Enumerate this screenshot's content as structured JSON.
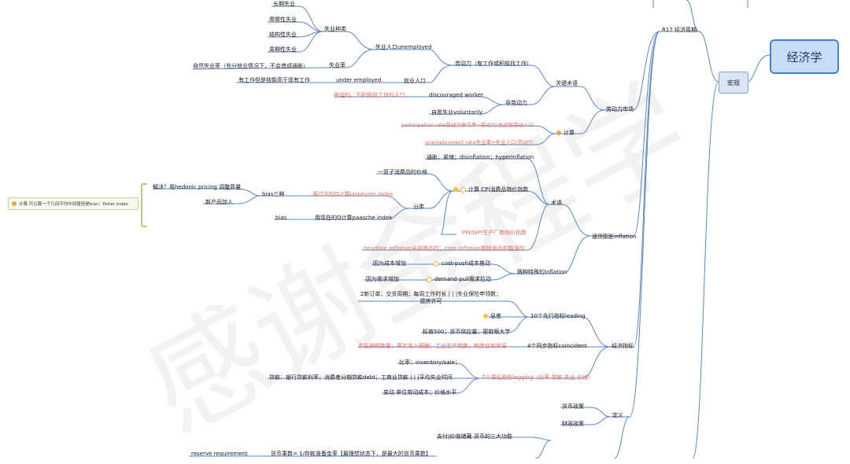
{
  "center": "经济学",
  "macro": "宏观",
  "r17": "R17 经济周期",
  "labor_market": {
    "title": "劳动力市场",
    "terms": "关键术语",
    "labor_force": "劳动力（有工作或积极找工作）",
    "unemployed": "失业人口unemployed",
    "types_label": "失业种类",
    "types": [
      "长期失业",
      "摩擦性失业",
      "结构性失业",
      "周期性失业"
    ],
    "rate_label": "失业率",
    "natural_rate": "自然失业率（充分就业情况下，不会造成通胀）",
    "employed": "就业人口",
    "under_employed": "under employed",
    "under_employed_desc": "有工作但是技能高于现有工作",
    "non_labor": "非劳动力",
    "discouraged": "discouraged worker",
    "discouraged_desc": "被迫的，不积极找工作的人口",
    "voluntary": "自愿失业voluntarily",
    "calc": "计算",
    "participation": "participation rate劳动力参与率=劳动力/总适龄劳动人口",
    "unemployment_rate": "unemployment rate失业率=失业人口/劳动力"
  },
  "inflation": {
    "title": "通货膨胀inflation",
    "terms": "术语",
    "terms_list": "通胀；紧缩；disinflation；hyperinflation",
    "cpi": "计算 CPI消费品物价指数",
    "basket": "一篮子消费品的价格",
    "classify": "分类",
    "bias_three": "bias三种",
    "solve": "解决？用hedonic pricing 调整质量",
    "new_product": "新产品加入",
    "laspeyres": "用过去的Q计算laspeyres index",
    "bias": "bias",
    "paasche": "用现在的Q计算paasche index",
    "ppi": "PPI/WPI生产厂商物价指数",
    "headline": "headline inflation全部商品的；core inflation剔除食品和能源的",
    "two_types": "两种特殊的inflation",
    "cost_cause": "因为成本增加",
    "cost_push": "cost-push成本推动",
    "demand_cause": "因为需求增加",
    "demand_pull": "demand-pull需求拉动"
  },
  "calc_box": "计算 可以算一个几何平均中间值但是bias：fisher index",
  "indicators": {
    "title": "经济指标",
    "leading": "10个先行指标leading",
    "leading_a": "2新订单；交货周期；每周工作时长 | | |失业保险申领数；建房许可",
    "leading_b": "息差",
    "leading_c": "标普500；货币供应量；密歇根大学",
    "coincident": "4个同步指标coincident",
    "coincident_desc": "农民纳税数量；真实收入报酬；工业生产指数；制造业和贸易",
    "lagging": "7个滞后指标lagging（比率 贷款 失业 价格）",
    "lag_a": "比率：inventory/sale；",
    "lag_b": "贷款：银行贷款利率；消费者分期贷款debt；工商业贷款 | | |平均失业时间",
    "lag_c": "变动 单位劳动成本；价格水平"
  },
  "monetary": {
    "definition": "定义",
    "monetary_policy": "货币政策",
    "fiscal_policy": "财政政策",
    "functions": "货币的三大功能",
    "payment": "支付|价值储藏",
    "multiplier": "货币乘数= 1/存款准备金率【最理想状态下，是最大的货币乘数】",
    "reserve": "reserve requirement"
  }
}
